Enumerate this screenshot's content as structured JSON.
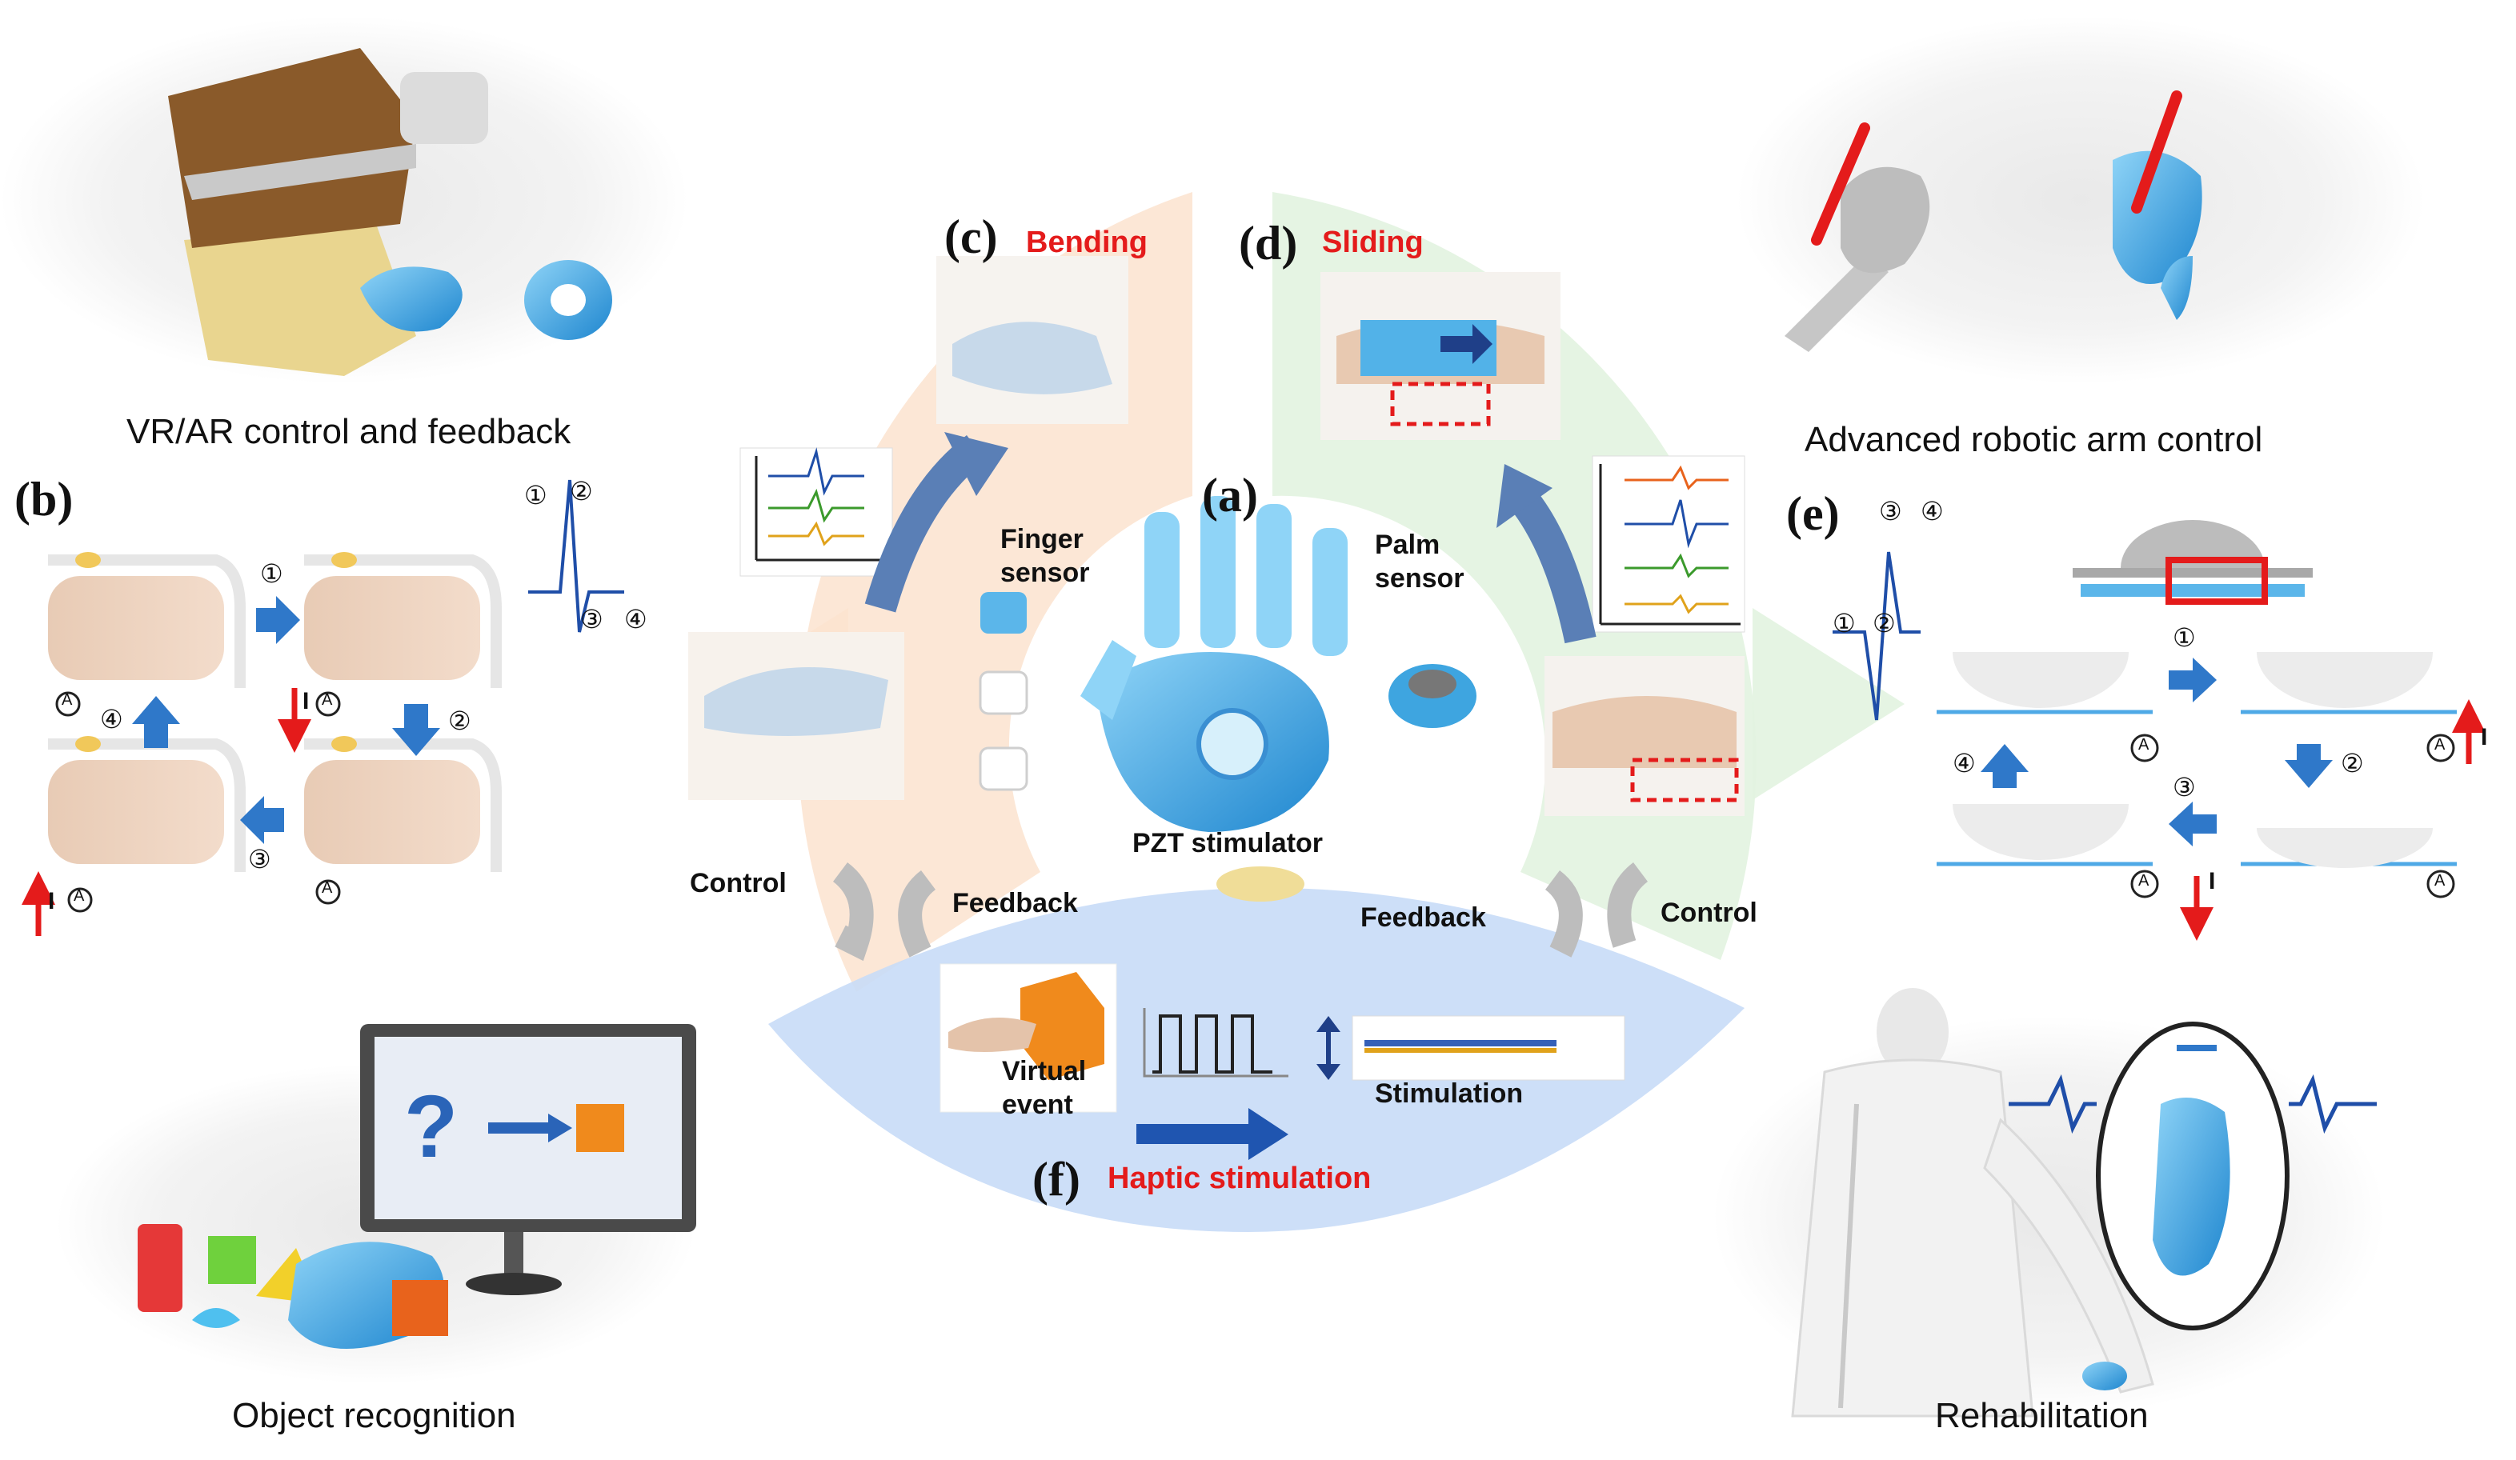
{
  "captions": {
    "vr_ar": "VR/AR control and feedback",
    "robotic": "Advanced robotic arm control",
    "object": "Object recognition",
    "rehab": "Rehabilitation"
  },
  "panels": {
    "a": "(a)",
    "b": "(b)",
    "c": "(c)",
    "d": "(d)",
    "e": "(e)",
    "f": "(f)"
  },
  "modes": {
    "bending": "Bending",
    "sliding": "Sliding",
    "haptic": "Haptic stimulation"
  },
  "labels": {
    "finger_sensor": [
      "Finger",
      "sensor"
    ],
    "palm_sensor": [
      "Palm",
      "sensor"
    ],
    "pzt": "PZT stimulator",
    "control_left": "Control",
    "control_right": "Control",
    "feedback_left": "Feedback",
    "feedback_right": "Feedback",
    "virtual_event": [
      "Virtual",
      "event"
    ],
    "stimulation": "Stimulation",
    "question": "?"
  },
  "steps": {
    "one": "①",
    "two": "②",
    "three": "③",
    "four": "④",
    "current": "I",
    "ammeter": "A"
  },
  "colors": {
    "ring_orange": "#fbe3cf",
    "ring_green": "#e2f3e0",
    "ring_blue": "#c8dcf7",
    "accent_blue": "#2f78c9",
    "device_blue": "#38a7e6",
    "red": "#e41b1b",
    "signal_orange": "#e8631c",
    "signal_green": "#3b9a2c",
    "signal_yellow": "#e0a21b",
    "signal_navy": "#1f4ea8"
  }
}
